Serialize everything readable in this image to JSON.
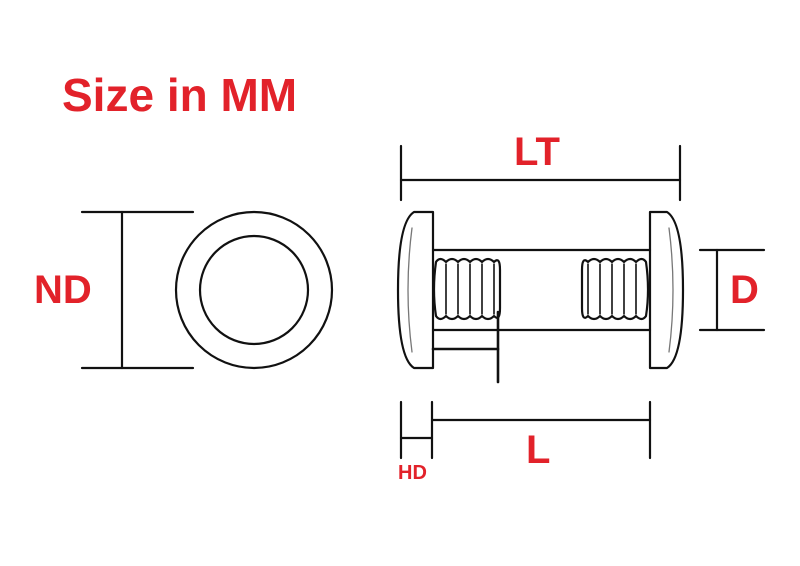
{
  "title": "Size in MM",
  "labels": {
    "lt": "LT",
    "nd": "ND",
    "d": "D",
    "l": "L",
    "hd": "HD"
  },
  "colors": {
    "label": "#e2222a",
    "line": "#111111",
    "background": "#ffffff"
  }
}
